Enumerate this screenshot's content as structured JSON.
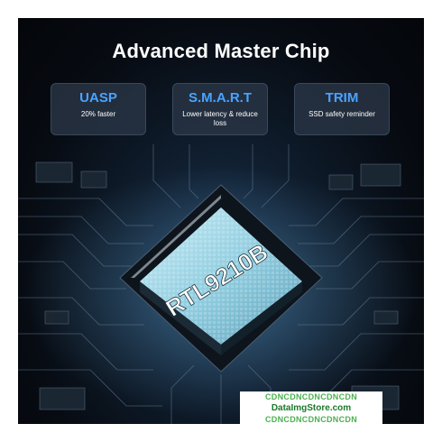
{
  "title": "Advanced Master Chip",
  "features": [
    {
      "name": "UASP",
      "desc": "20% faster"
    },
    {
      "name": "S.M.A.R.T",
      "desc": "Lower latency & reduce loss"
    },
    {
      "name": "TRIM",
      "desc": "SSD safety reminder"
    }
  ],
  "chip": {
    "label": "RTL9210B"
  },
  "watermark": {
    "line1": "CDNCDNCDNCDNCDN",
    "line2": "DataImgStore.com",
    "line3": "CDNCDNCDNCDNCDN"
  },
  "colors": {
    "accent": "#4aa3ff",
    "background": "#070b12",
    "chip": "#9fd6e8"
  }
}
